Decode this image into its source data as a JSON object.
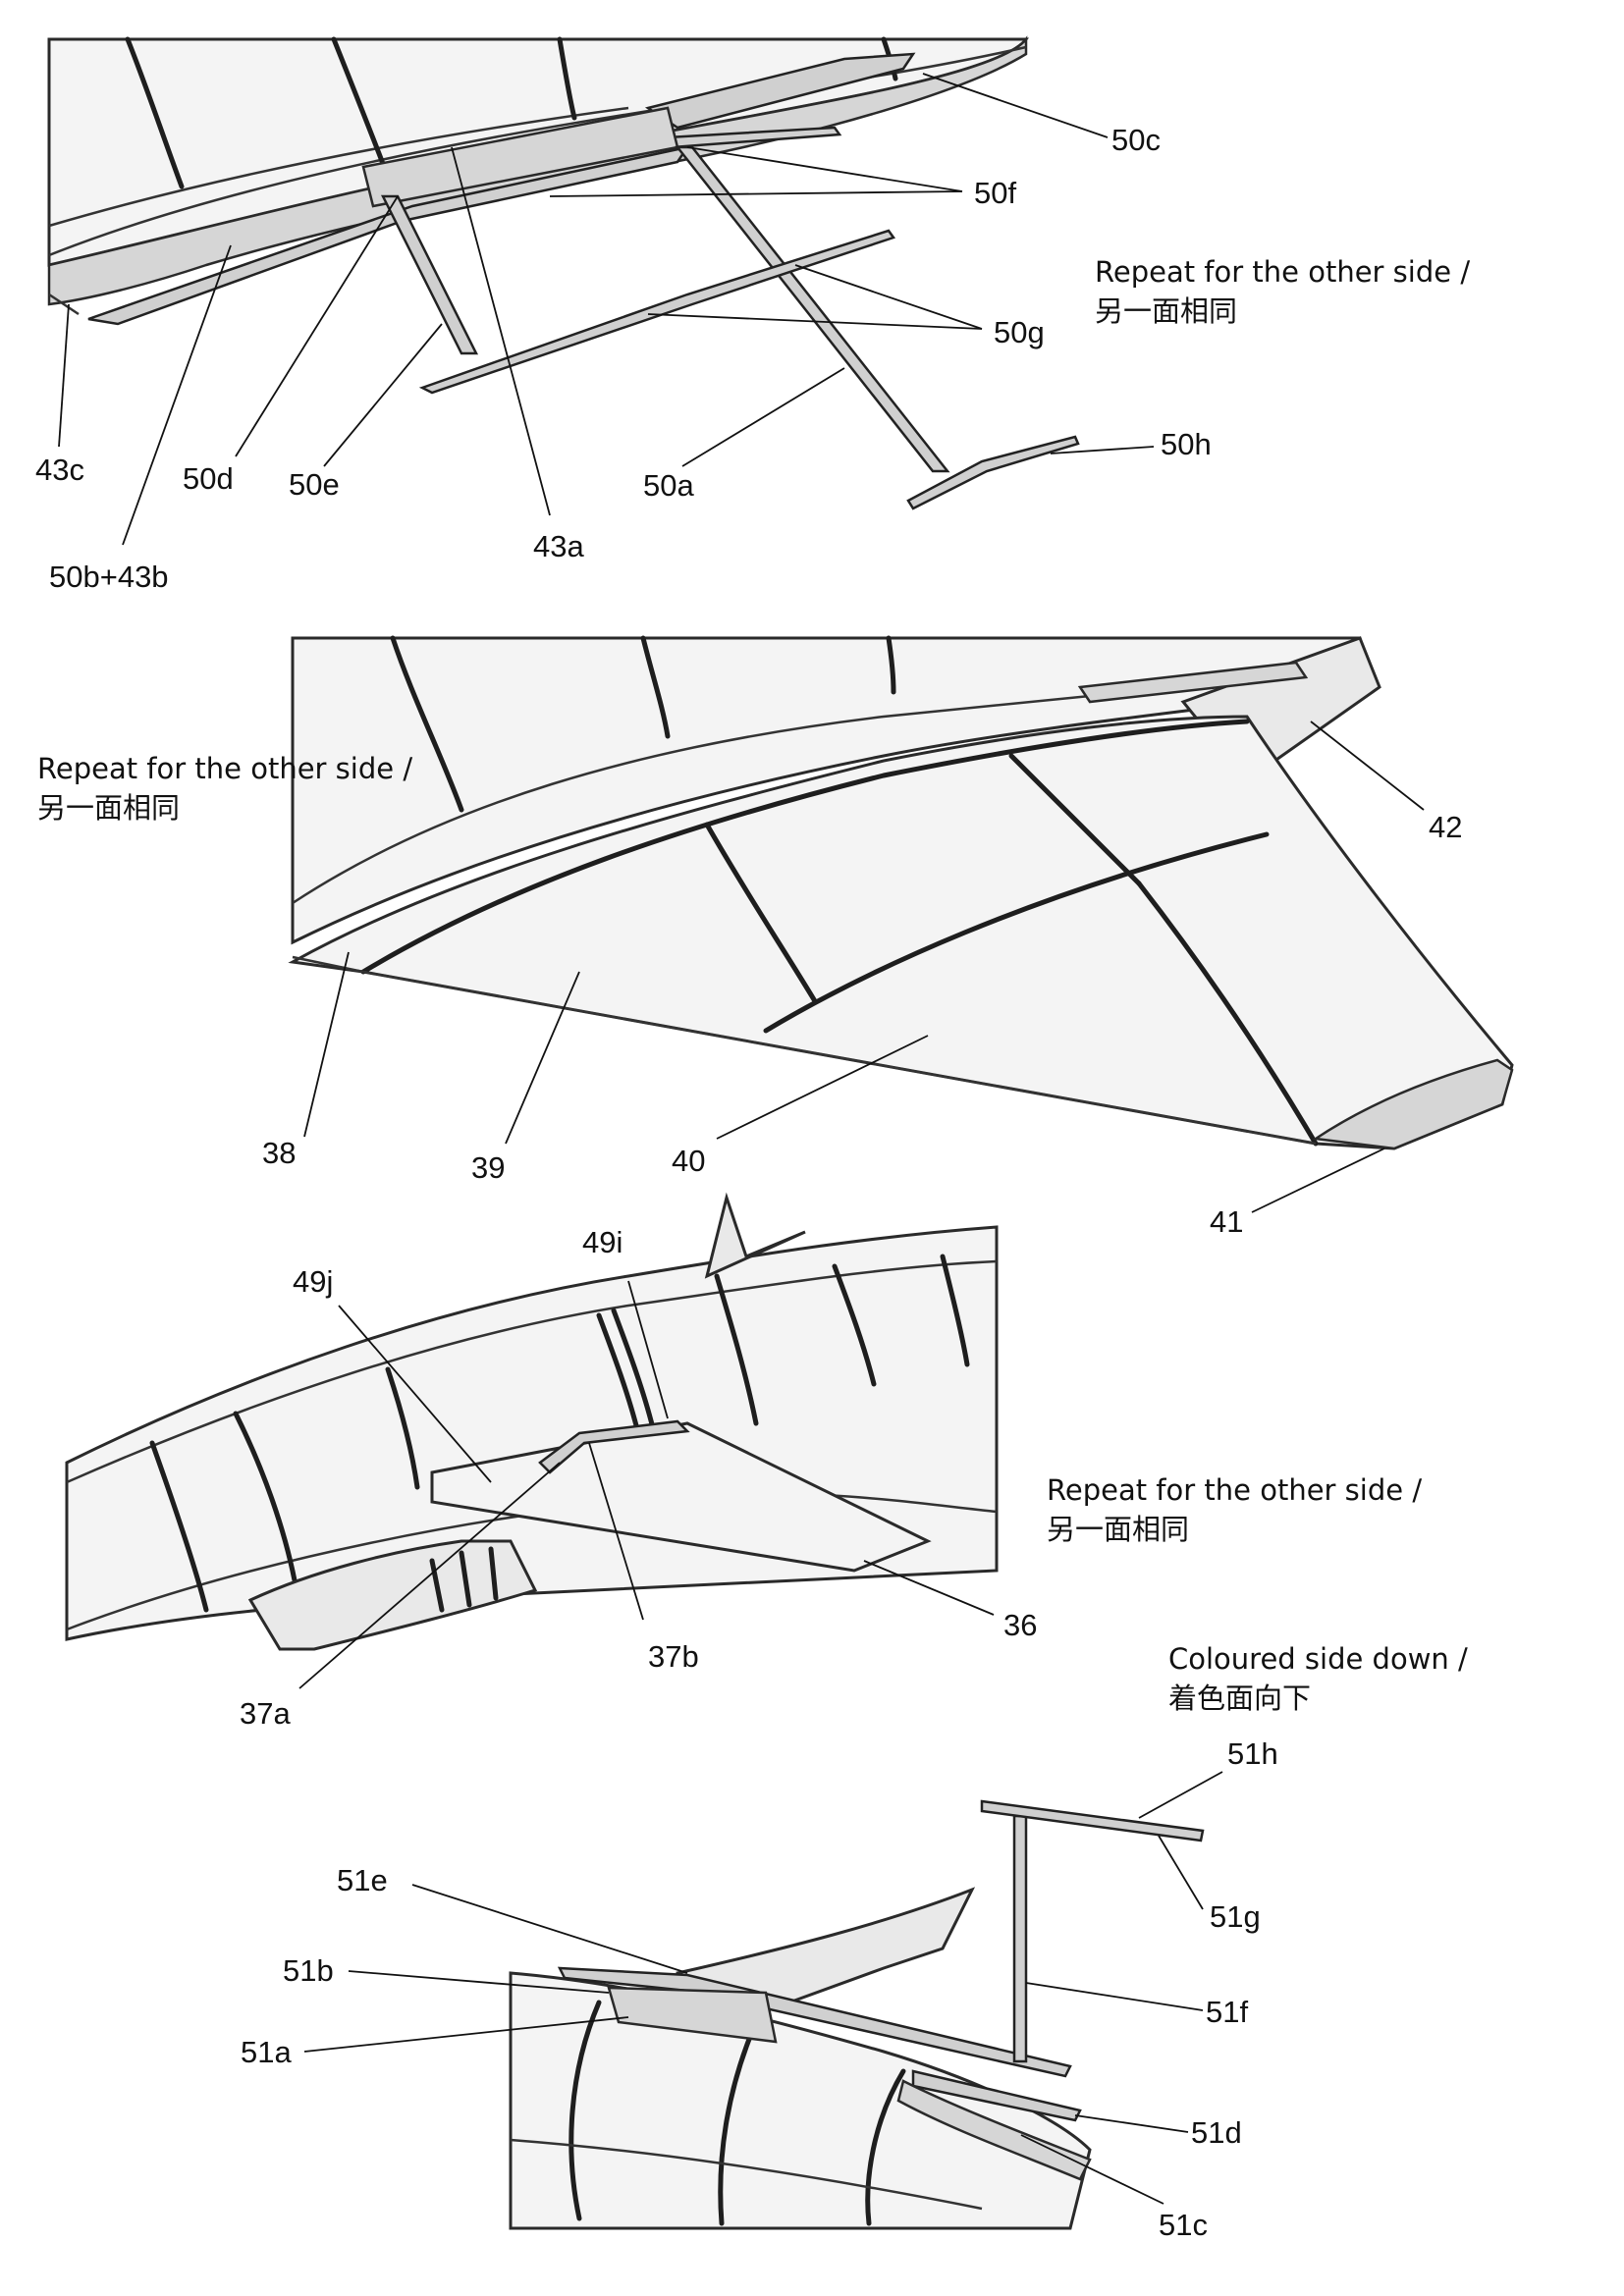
{
  "labels": {
    "l50c": "50c",
    "l50f": "50f",
    "l50g": "50g",
    "l50h": "50h",
    "l43c": "43c",
    "l50d": "50d",
    "l50e": "50e",
    "l50a": "50a",
    "l43a": "43a",
    "l50b43b": "50b+43b",
    "l42": "42",
    "l38": "38",
    "l39": "39",
    "l40": "40",
    "l41": "41",
    "l49j": "49j",
    "l49i": "49i",
    "l36": "36",
    "l37b": "37b",
    "l37a": "37a",
    "l51h": "51h",
    "l51e": "51e",
    "l51g": "51g",
    "l51b": "51b",
    "l51f": "51f",
    "l51a": "51a",
    "l51d": "51d",
    "l51c": "51c"
  },
  "notes": {
    "repeat_en": "Repeat for the other side /",
    "repeat_zh": "另一面相同",
    "coloured_en": "Coloured side down /",
    "coloured_zh": "着色面向下"
  }
}
